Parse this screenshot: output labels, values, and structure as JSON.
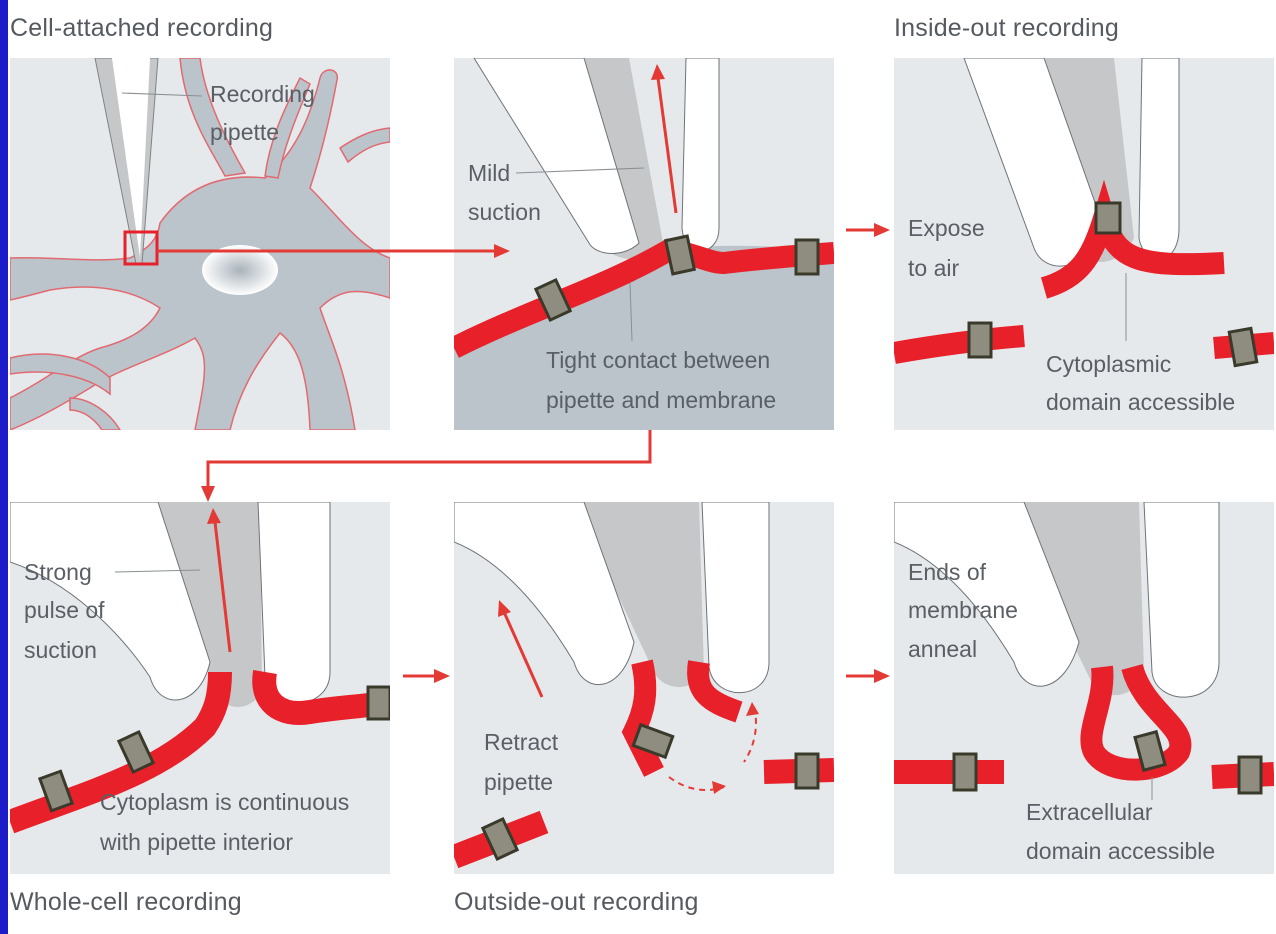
{
  "headings": {
    "cell_attached": "Cell-attached recording",
    "inside_out": "Inside-out recording",
    "whole_cell": "Whole-cell recording",
    "outside_out": "Outside-out recording"
  },
  "labels": {
    "recording_pipette_1": "Recording",
    "recording_pipette_2": "pipette",
    "mild_1": "Mild",
    "mild_2": "suction",
    "tight_1": "Tight contact between",
    "tight_2": "pipette and membrane",
    "expose_1": "Expose",
    "expose_2": "to air",
    "cyto_1": "Cytoplasmic",
    "cyto_2": "domain accessible",
    "strong_1": "Strong",
    "strong_2": "pulse of",
    "strong_3": "suction",
    "continuous_1": "Cytoplasm is continuous",
    "continuous_2": "with pipette interior",
    "retract_1": "Retract",
    "retract_2": "pipette",
    "ends_1": "Ends of",
    "ends_2": "membrane",
    "ends_3": "anneal",
    "extra_1": "Extracellular",
    "extra_2": "domain accessible"
  },
  "colors": {
    "frame": "#1c1cc8",
    "panel": "#e6e9ec",
    "cell": "#bcc4cb",
    "pipette": "#c6c7c8",
    "membrane": "#e8202a",
    "channel": "#8e8d80",
    "arrow": "#e33a35",
    "text": "#555a60"
  }
}
